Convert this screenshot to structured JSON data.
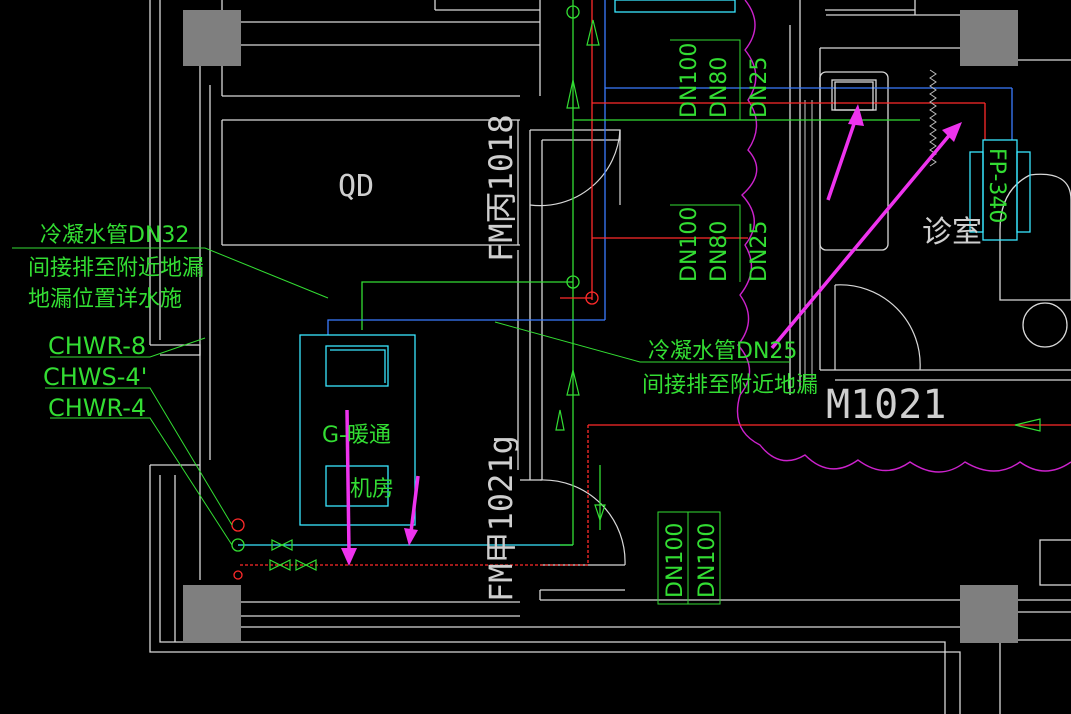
{
  "colors": {
    "background": "#000000",
    "wall": "#d8d8d8",
    "column": "#7f7f7f",
    "pipe_green": "#33dd33",
    "pipe_red": "#ff2a2a",
    "pipe_blue": "#3a7bff",
    "pipe_cyan": "#39e6ff",
    "markup_magenta": "#ee33ee",
    "cloud_magenta": "#cc22cc"
  },
  "notes": {
    "condensate_left": {
      "line1": "冷凝水管DN32",
      "line2": "间接排至附近地漏",
      "line3": "地漏位置详水施"
    },
    "condensate_right": {
      "line1": "冷凝水管DN25",
      "line2": "间接排至附近地漏"
    }
  },
  "riser_tags": [
    "CHWR-8",
    "CHWS-4'",
    "CHWR-4"
  ],
  "pipe_sizes": {
    "top_group": [
      "DN100",
      "DN80",
      "DN25"
    ],
    "mid_group": [
      "DN100",
      "DN80",
      "DN25"
    ],
    "bottom_group": [
      "DN100",
      "DN100"
    ]
  },
  "rooms": {
    "qd": "QD",
    "clinic": "诊室",
    "equipment_room_top": "G-暖通",
    "equipment_room_bottom": "机房"
  },
  "doors": {
    "fm_bing": "FM丙1018",
    "fm_jia": "FM甲1021g",
    "m1021": "M1021"
  },
  "equipment": {
    "fan_coil": "FP-340"
  }
}
